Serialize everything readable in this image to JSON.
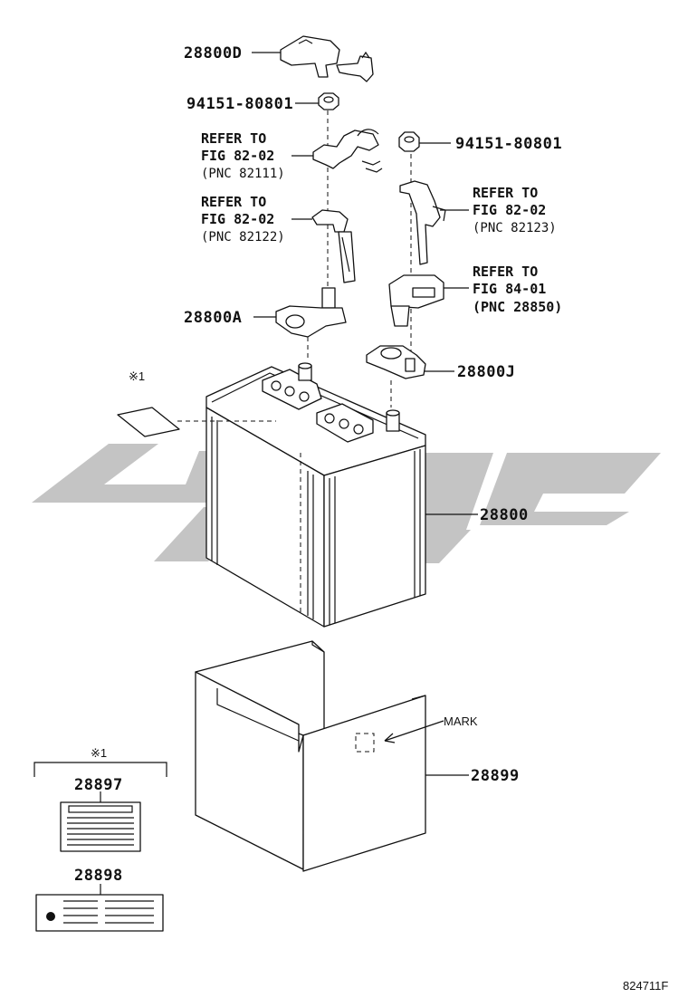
{
  "parts": {
    "cover": "28800D",
    "nut_left": "94151-80801",
    "nut_right": "94151-80801",
    "terminal_neg": "28800A",
    "terminal_pos": "28800J",
    "battery": "28800",
    "tray": "28899",
    "label_caution": "28897",
    "label_warning": "28898"
  },
  "references": {
    "ref1": {
      "line1": "REFER TO",
      "line2": "FIG 82-02",
      "line3": "(PNC 82111)"
    },
    "ref2": {
      "line1": "REFER TO",
      "line2": "FIG 82-02",
      "line3": "(PNC 82122)"
    },
    "ref3": {
      "line1": "REFER TO",
      "line2": "FIG 82-02",
      "line3": "(PNC 82123)"
    },
    "ref4": {
      "line1": "REFER TO",
      "line2": "FIG 84-01",
      "line3": "(PNC 28850)"
    }
  },
  "notes": {
    "note_mark_top": "※1",
    "note_mark_box": "※1",
    "mark_label": "MARK"
  },
  "diagram_id": "824711F",
  "colors": {
    "line": "#111111",
    "watermark": "#c4c4c4",
    "background": "#ffffff"
  }
}
